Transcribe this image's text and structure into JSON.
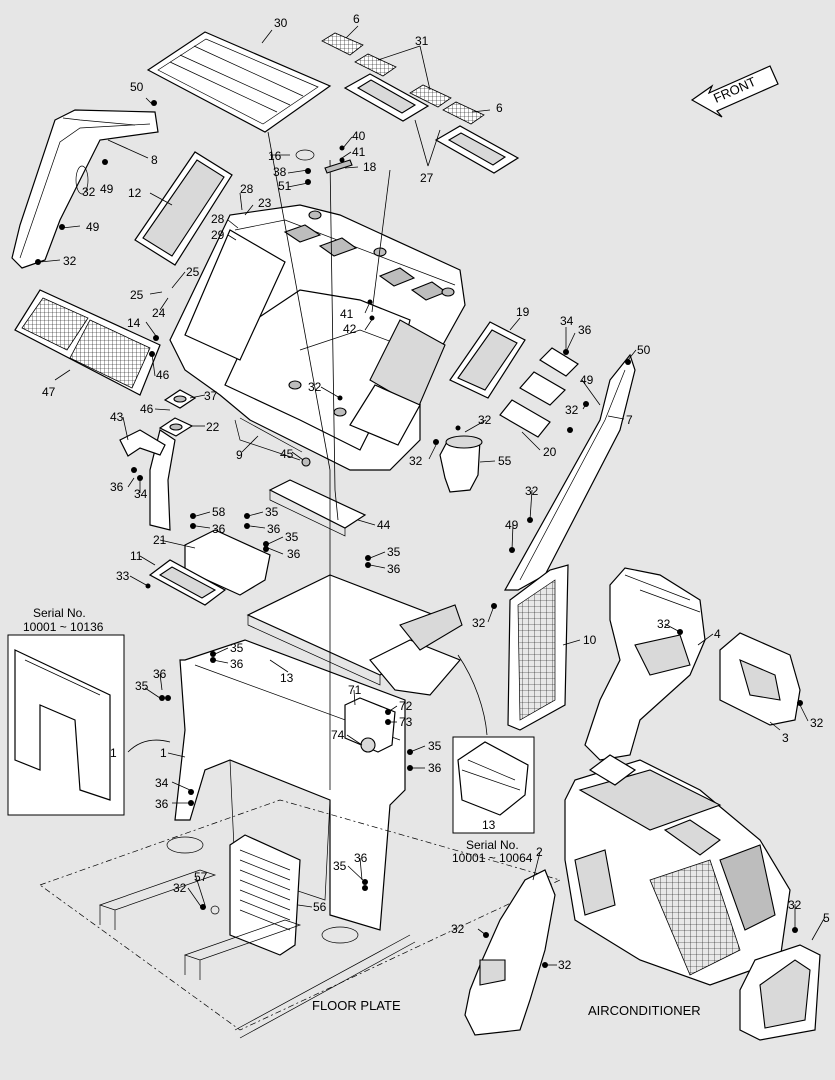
{
  "front_label": "FRONT",
  "captions": {
    "floor_plate": "FLOOR PLATE",
    "airconditioner": "AIRCONDITIONER"
  },
  "inset_left": {
    "title_line1": "Serial No.",
    "title_line2": "10001 ~ 10136",
    "callout": "1"
  },
  "inset_right": {
    "title_line1": "Serial No.",
    "title_line2": "10001 ~ 10064",
    "callout": "13"
  },
  "callouts": {
    "c30": "30",
    "c6a": "6",
    "c31": "31",
    "c6b": "6",
    "c50a": "50",
    "c8": "8",
    "c40": "40",
    "c41a": "41",
    "c16": "16",
    "c38": "38",
    "c18": "18",
    "c51": "51",
    "c27": "27",
    "c12": "12",
    "c32a": "32",
    "c49a": "49",
    "c28a": "28",
    "c23": "23",
    "c28b": "28",
    "c29": "29",
    "c49b": "49",
    "c32b": "32",
    "c25a": "25",
    "c25b": "25",
    "c24": "24",
    "c41b": "41",
    "c42": "42",
    "c19": "19",
    "c34a": "34",
    "c36a": "36",
    "c50b": "50",
    "c14": "14",
    "c47": "47",
    "c46a": "46",
    "c32c": "32",
    "c49c": "49",
    "c32d": "32",
    "c7": "7",
    "c37": "37",
    "c46b": "46",
    "c22": "22",
    "c43": "43",
    "c32e": "32",
    "c20": "20",
    "c9": "9",
    "c45": "45",
    "c32f": "32",
    "c55": "55",
    "c36b": "36",
    "c34b": "34",
    "c32g": "32",
    "c58": "58",
    "c35a": "35",
    "c44": "44",
    "c36c": "36",
    "c36d": "36",
    "c49d": "49",
    "c35b": "35",
    "c21": "21",
    "c36e": "36",
    "c35c": "35",
    "c11": "11",
    "c36f": "36",
    "c33": "33",
    "c32h": "32",
    "c10": "10",
    "c32i": "32",
    "c4": "4",
    "c35d": "35",
    "c36g": "36",
    "c13": "13",
    "c36h": "36",
    "c35e": "35",
    "c71": "71",
    "c72": "72",
    "c73": "73",
    "c1": "1",
    "c74": "74",
    "c35f": "35",
    "c36i": "36",
    "c3": "3",
    "c32j": "32",
    "c34c": "34",
    "c36j": "36",
    "c2": "2",
    "c36k": "36",
    "c35g": "35",
    "c57": "57",
    "c32k": "32",
    "c56": "56",
    "c32l": "32",
    "c5": "5",
    "c32m": "32",
    "c32n": "32"
  }
}
